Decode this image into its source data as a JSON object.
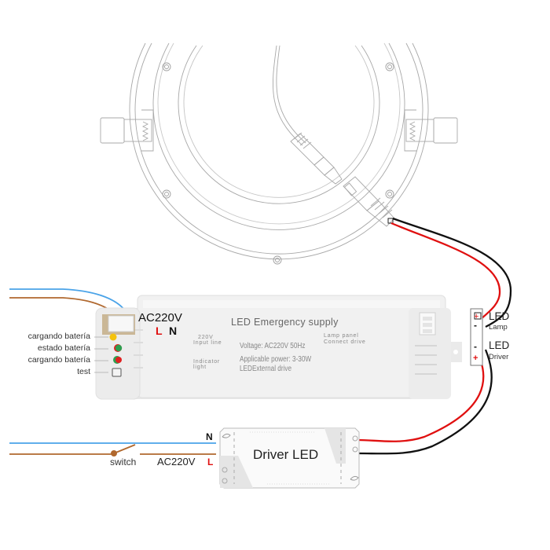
{
  "diagram": {
    "type": "wiring-diagram",
    "subject": "LED downlight emergency kit wiring",
    "colors": {
      "neutral_wire": "#4aa3e8",
      "live_wire": "#b0682e",
      "positive_wire": "#e01010",
      "negative_wire": "#111111",
      "line_art": "#9a9a9a",
      "module_body": "#eeeeee"
    }
  },
  "emergency_module": {
    "title": "LED Emergency supply",
    "input_voltage_label": "AC220V",
    "terminal_L": "L",
    "terminal_N": "N",
    "input_line_label_1": "220V",
    "input_line_label_2": "Input line",
    "indicator_label_1": "Indicator",
    "indicator_label_2": "light",
    "voltage_text": "Voltage: AC220V 50Hz",
    "power_text": "Applicable power: 3-30W",
    "drive_text": "LEDExternal drive",
    "lamp_panel_label_1": "Lamp panel",
    "lamp_panel_label_2": "Connect drive"
  },
  "indicators": [
    {
      "label": "cargando batería",
      "color": "#f4c20d",
      "type": "led"
    },
    {
      "label": "estado batería",
      "color": "#2e9e4f",
      "ring": "#e02020",
      "type": "led"
    },
    {
      "label": "cargando batería",
      "color": "#e02020",
      "ring": "#2e9e4f",
      "type": "led"
    },
    {
      "label": "test",
      "type": "button"
    }
  ],
  "led_terminals": {
    "lamp": {
      "title": "LED",
      "subtitle": "Lamp",
      "pos": "+",
      "neg": "-"
    },
    "driver": {
      "title": "LED",
      "subtitle": "Driver",
      "pos": "+",
      "neg": "-"
    }
  },
  "driver": {
    "title": "Driver LED",
    "terminal_N": "N",
    "terminal_L": "L",
    "input_voltage_label": "AC220V",
    "switch_label": "switch"
  }
}
